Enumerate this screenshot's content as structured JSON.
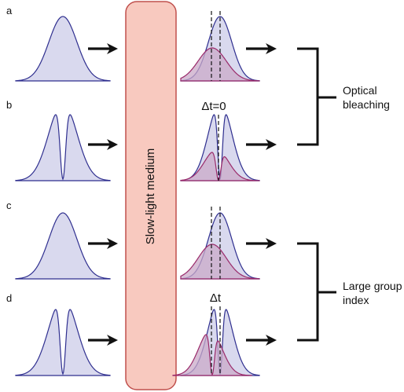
{
  "panels": [
    {
      "id": "a",
      "label": "a",
      "input_profile": "gaussian",
      "output_profile": "gaussian",
      "delay_label": ""
    },
    {
      "id": "b",
      "label": "b",
      "input_profile": "split",
      "output_profile": "split",
      "delay_label": "Δt=0"
    },
    {
      "id": "c",
      "label": "c",
      "input_profile": "gaussian",
      "output_profile": "gaussian",
      "delay_label": ""
    },
    {
      "id": "d",
      "label": "d",
      "input_profile": "split",
      "output_profile": "split",
      "delay_label": "Δt"
    }
  ],
  "medium": {
    "label": "Slow-light medium"
  },
  "groups": [
    {
      "id": "optical-bleaching",
      "line1": "Optical",
      "line2": "bleaching"
    },
    {
      "id": "large-group-index",
      "line1": "Large group",
      "line2": "index"
    }
  ],
  "colors": {
    "pulse_fill": "#d9d9ee",
    "pulse_stroke": "#2f2f8f",
    "transmitted_fill": "#c9a9c8",
    "transmitted_stroke": "#9a2a6a",
    "medium_fill": "#f8c9bf",
    "medium_stroke": "#c0504d",
    "arrow": "#111111",
    "text": "#111111"
  }
}
